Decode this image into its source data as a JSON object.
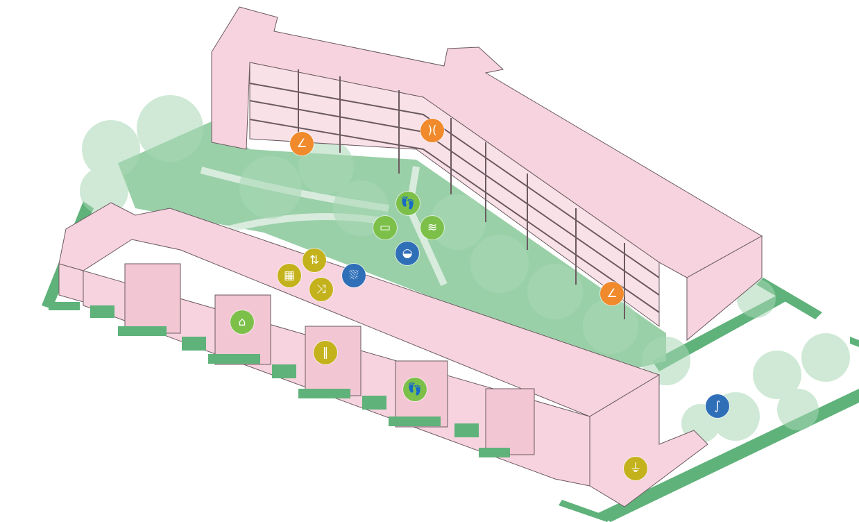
{
  "colors": {
    "building": "#f6d3de",
    "building_edge": "#6b5a60",
    "ground_green": "#5fb27a",
    "courtyard": "#8fcb9f",
    "tree": "#a8d8b5",
    "path": "#dfeee3",
    "planter_pink": "#e9a9bb",
    "orange": "#f08a2c",
    "green": "#7cc04a",
    "blue": "#2f6fb8",
    "olive": "#c4b21c"
  },
  "icons": [
    {
      "name": "angle-orange-icon",
      "glyph": "∠",
      "color": "orange"
    },
    {
      "name": "faces-icon",
      "glyph": ")(",
      "color": "orange"
    },
    {
      "name": "footprints-icon",
      "glyph": "👣",
      "color": "green"
    },
    {
      "name": "board-icon",
      "glyph": "▭",
      "color": "green"
    },
    {
      "name": "wind-icon",
      "glyph": "≋",
      "color": "green"
    },
    {
      "name": "water-bowl-icon",
      "glyph": "◒",
      "color": "blue"
    },
    {
      "name": "up-down-arrows-icon",
      "glyph": "⇅",
      "color": "olive"
    },
    {
      "name": "bricks-icon",
      "glyph": "▦",
      "color": "olive"
    },
    {
      "name": "rain-icon",
      "glyph": "⛆",
      "color": "blue"
    },
    {
      "name": "shuffle-icon",
      "glyph": "⤨",
      "color": "olive"
    },
    {
      "name": "angle-orange-icon",
      "glyph": "∠",
      "color": "orange"
    },
    {
      "name": "house-icon",
      "glyph": "⌂",
      "color": "green"
    },
    {
      "name": "columns-icon",
      "glyph": "‖",
      "color": "olive"
    },
    {
      "name": "footprints-icon",
      "glyph": "👣",
      "color": "green"
    },
    {
      "name": "river-icon",
      "glyph": "∫",
      "color": "blue"
    },
    {
      "name": "plug-icon",
      "glyph": "⏚",
      "color": "olive"
    }
  ]
}
